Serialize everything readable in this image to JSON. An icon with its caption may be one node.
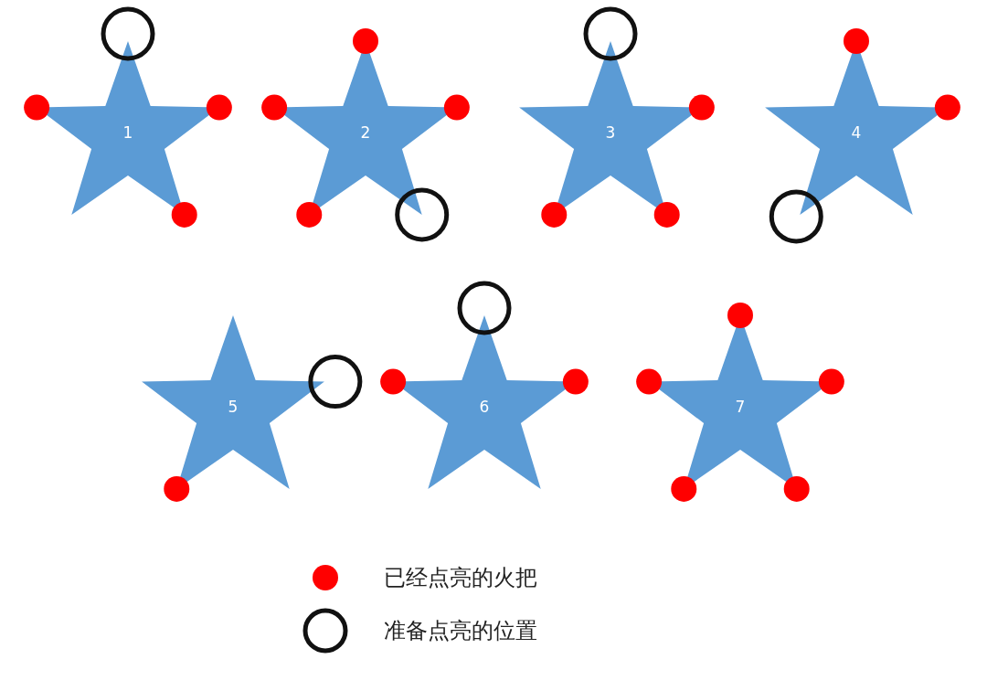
{
  "diagram": {
    "nodes": [
      {
        "text": [
          "1"
        ]
      },
      {
        "text": [
          "2"
        ]
      },
      {
        "text": [
          "3"
        ]
      },
      {
        "text": [
          "4"
        ]
      },
      {
        "text": [
          "5"
        ]
      },
      {
        "text": [
          "6"
        ]
      },
      {
        "text": [
          "7"
        ]
      }
    ],
    "legend": [
      {
        "text": "已经点亮的火把",
        "color": "#ff0000"
      },
      {
        "text": "准备点亮的位置"
      }
    ]
  }
}
